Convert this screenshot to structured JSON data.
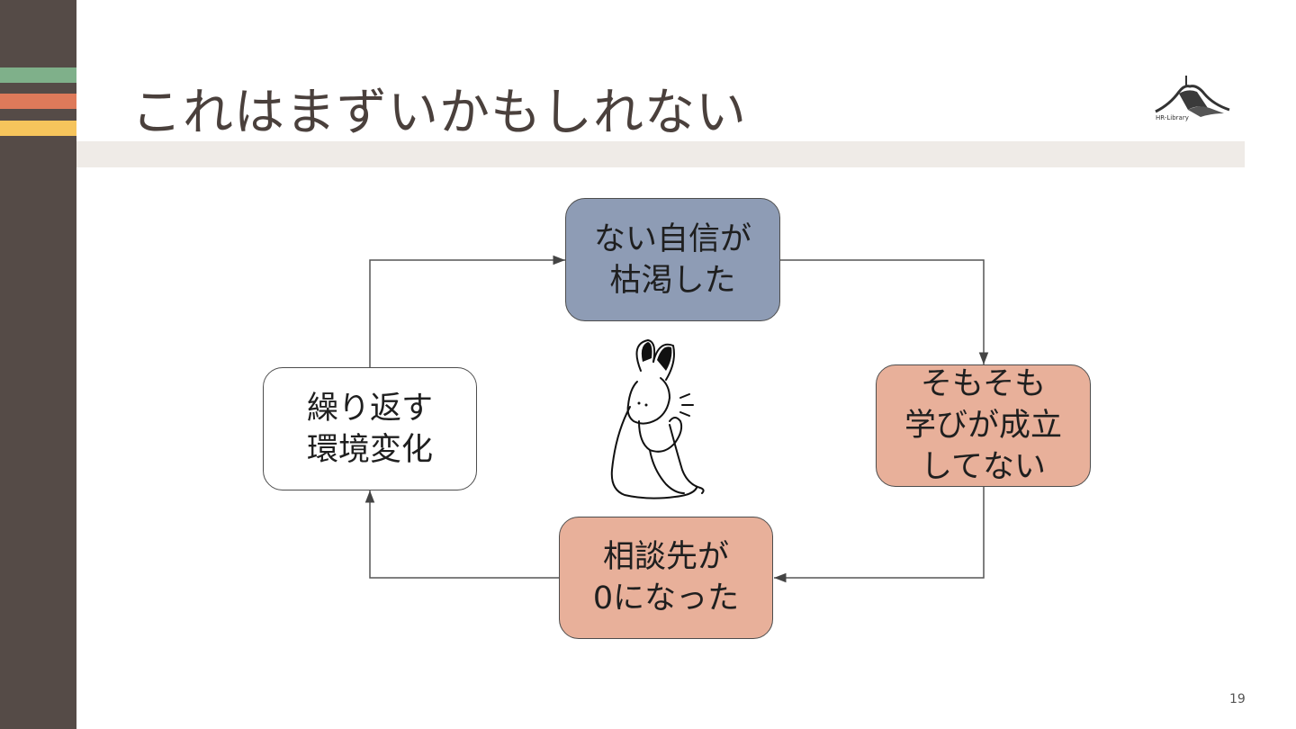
{
  "slide": {
    "title": "これはまずいかもしれない",
    "page_number": "19",
    "logo_text": "HR-Library"
  },
  "colors": {
    "sidebar": "#554b47",
    "stripe_green": "#7fb08a",
    "stripe_orange": "#de7a5a",
    "stripe_yellow": "#f6c45c",
    "box_blue": "#8e9cb5",
    "box_salmon": "#e8b09a",
    "box_white": "#ffffff"
  },
  "cycle": {
    "top": "ない自信が\n枯渇した",
    "right": "そもそも\n学びが成立\nしてない",
    "bottom": "相談先が\n0になった",
    "left": "繰り返す\n環境変化"
  }
}
